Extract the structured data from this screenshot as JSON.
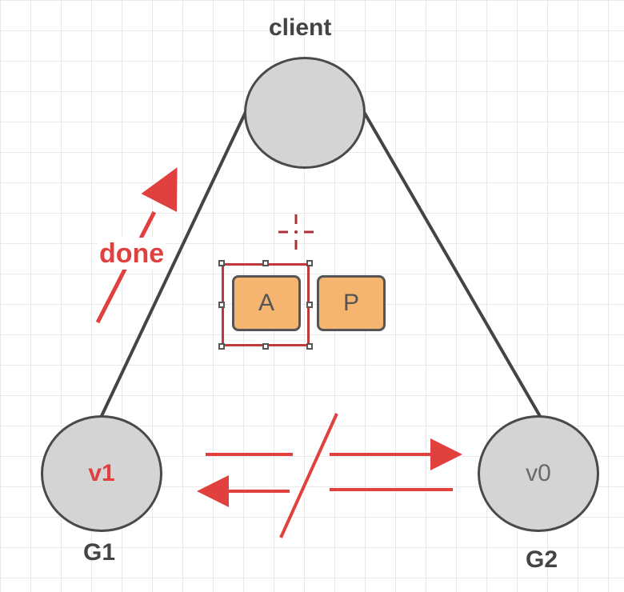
{
  "diagram": {
    "nodes": {
      "client": {
        "title": "client",
        "text": ""
      },
      "g1": {
        "title": "G1",
        "text": "v1"
      },
      "g2": {
        "title": "G2",
        "text": "v0"
      }
    },
    "arrow_label": "done",
    "boxes": {
      "a": "A",
      "p": "P"
    }
  },
  "colors": {
    "red": "#e0413f",
    "node_fill": "#d4d4d4",
    "node_stroke": "#4a4a4a",
    "box_fill": "#f5b470",
    "grid": "#e9e9e9"
  }
}
